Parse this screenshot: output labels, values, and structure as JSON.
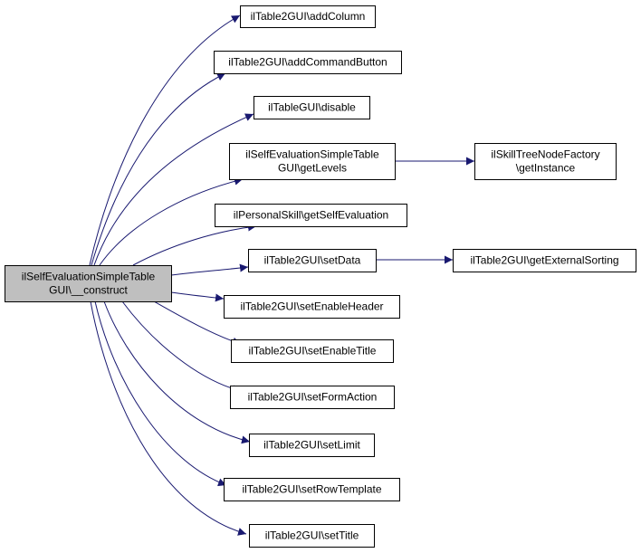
{
  "colors": {
    "edge": "#191970",
    "node_border": "#000000",
    "node_fill": "#ffffff",
    "root_fill": "#bfbfbf"
  },
  "nodes": [
    {
      "id": "root",
      "lines": [
        "ilSelfEvaluationSimpleTable",
        "GUI\\__construct"
      ],
      "root": true
    },
    {
      "id": "addColumn",
      "lines": [
        "ilTable2GUI\\addColumn"
      ]
    },
    {
      "id": "addCommandButton",
      "lines": [
        "ilTable2GUI\\addCommandButton"
      ]
    },
    {
      "id": "disable",
      "lines": [
        "ilTableGUI\\disable"
      ]
    },
    {
      "id": "getLevels",
      "lines": [
        "ilSelfEvaluationSimpleTable",
        "GUI\\getLevels"
      ]
    },
    {
      "id": "getInstance",
      "lines": [
        "ilSkillTreeNodeFactory",
        "\\getInstance"
      ]
    },
    {
      "id": "getSelfEvaluation",
      "lines": [
        "ilPersonalSkill\\getSelfEvaluation"
      ]
    },
    {
      "id": "setData",
      "lines": [
        "ilTable2GUI\\setData"
      ]
    },
    {
      "id": "getExternalSorting",
      "lines": [
        "ilTable2GUI\\getExternalSorting"
      ]
    },
    {
      "id": "setEnableHeader",
      "lines": [
        "ilTable2GUI\\setEnableHeader"
      ]
    },
    {
      "id": "setEnableTitle",
      "lines": [
        "ilTable2GUI\\setEnableTitle"
      ]
    },
    {
      "id": "setFormAction",
      "lines": [
        "ilTable2GUI\\setFormAction"
      ]
    },
    {
      "id": "setLimit",
      "lines": [
        "ilTable2GUI\\setLimit"
      ]
    },
    {
      "id": "setRowTemplate",
      "lines": [
        "ilTable2GUI\\setRowTemplate"
      ]
    },
    {
      "id": "setTitle",
      "lines": [
        "ilTable2GUI\\setTitle"
      ]
    }
  ],
  "edges": [
    {
      "from": "root",
      "to": "addColumn"
    },
    {
      "from": "root",
      "to": "addCommandButton"
    },
    {
      "from": "root",
      "to": "disable"
    },
    {
      "from": "root",
      "to": "getLevels"
    },
    {
      "from": "root",
      "to": "getSelfEvaluation"
    },
    {
      "from": "root",
      "to": "setData"
    },
    {
      "from": "root",
      "to": "setEnableHeader"
    },
    {
      "from": "root",
      "to": "setEnableTitle"
    },
    {
      "from": "root",
      "to": "setFormAction"
    },
    {
      "from": "root",
      "to": "setLimit"
    },
    {
      "from": "root",
      "to": "setRowTemplate"
    },
    {
      "from": "root",
      "to": "setTitle"
    },
    {
      "from": "getLevels",
      "to": "getInstance"
    },
    {
      "from": "setData",
      "to": "getExternalSorting"
    }
  ]
}
